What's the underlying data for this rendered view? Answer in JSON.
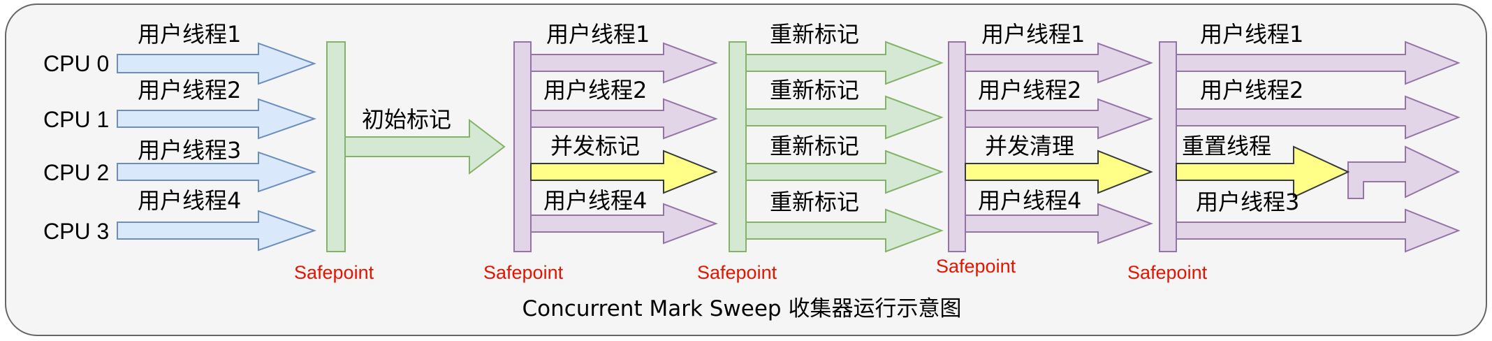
{
  "caption": "Concurrent Mark Sweep 收集器运行示意图",
  "cpus": [
    "CPU 0",
    "CPU 1",
    "CPU 2",
    "CPU 3"
  ],
  "colors": {
    "blue_fill": "#dae8fc",
    "blue_stroke": "#6c8ebf",
    "green_fill": "#d5e8d4",
    "green_stroke": "#82b366",
    "purple_fill": "#e1d5e7",
    "purple_stroke": "#9673a6",
    "yellow_fill": "#ffff88",
    "yellow_stroke": "#36393d",
    "safepoint_text": "#e51400",
    "background": "#f5f5f5",
    "border": "#666666"
  },
  "safepoint_label": "Safepoint",
  "phase0": {
    "threads": [
      "用户线程1",
      "用户线程2",
      "用户线程3",
      "用户线程4"
    ]
  },
  "initial_mark": "初始标记",
  "phase2": {
    "threads": [
      "用户线程1",
      "用户线程2",
      "并发标记",
      "用户线程4"
    ]
  },
  "phase3": {
    "threads": [
      "重新标记",
      "重新标记",
      "重新标记",
      "重新标记"
    ]
  },
  "phase4": {
    "threads": [
      "用户线程1",
      "用户线程2",
      "并发清理",
      "用户线程4"
    ]
  },
  "phase5": {
    "threads": [
      "用户线程1",
      "用户线程2",
      "重置线程",
      "用户线程3"
    ]
  }
}
